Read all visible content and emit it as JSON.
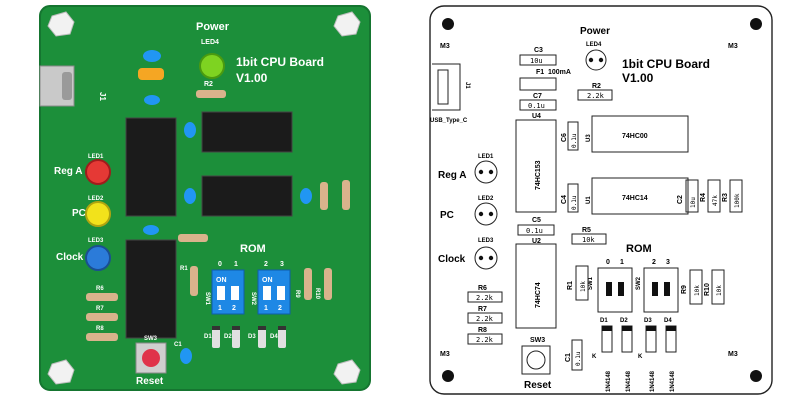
{
  "photo": {
    "title_line1": "1bit CPU Board",
    "title_line2": "V1.00",
    "power": "Power",
    "led4": "LED4",
    "reg_a": "Reg A",
    "pc": "PC",
    "clock": "Clock",
    "led1": "LED1",
    "led2": "LED2",
    "led3": "LED3",
    "rom": "ROM",
    "reset": "Reset",
    "r2": "R2",
    "r6": "R6",
    "r7": "R7",
    "r8": "R8",
    "r9": "R9",
    "r10": "R10",
    "r1": "R1",
    "c1": "C1",
    "sw1": "SW1",
    "sw2": "SW2",
    "sw3": "SW3",
    "j1": "J1",
    "d1": "D1",
    "d2": "D2",
    "d3": "D3",
    "d4": "D4",
    "dip_on": "ON",
    "dip_1": "1",
    "dip_2": "2",
    "rom_bits": [
      "0",
      "1",
      "2",
      "3"
    ]
  },
  "drawing": {
    "title_line1": "1bit CPU Board",
    "title_line2": "V1.00",
    "power": "Power",
    "led4": "LED4",
    "m3": "M3",
    "usb_label": "USB_Type_C",
    "j1": "J1",
    "c3": "C3",
    "c3_val": "10u",
    "f1": "F1",
    "f1_val": "100mA",
    "c7": "C7",
    "c7_val": "0.1u",
    "r2": "R2",
    "r2_val": "2.2k",
    "u4": "U4",
    "u4_part": "74HC153",
    "c6": "C6",
    "c6_val": "0.1u",
    "u3": "U3",
    "u3_part": "74HC00",
    "c4": "C4",
    "c4_val": "0.1u",
    "u1": "U1",
    "u1_part": "74HC14",
    "c2": "C2",
    "c2_val": "10u",
    "r4": "R4",
    "r4_val": "47k",
    "r3": "R3",
    "r3_val": "100k",
    "reg_a": "Reg A",
    "pc": "PC",
    "clock": "Clock",
    "led1": "LED1",
    "led2": "LED2",
    "led3": "LED3",
    "c5": "C5",
    "c5_val": "0.1u",
    "u2": "U2",
    "u2_part": "74HC74",
    "r5": "R5",
    "r5_val": "10k",
    "rom": "ROM",
    "rom_bits": [
      "0",
      "1",
      "2",
      "3"
    ],
    "r1": "R1",
    "r1_val": "10k",
    "sw1": "SW1",
    "sw2": "SW2",
    "r9": "R9",
    "r9_val": "10k",
    "r10": "R10",
    "r10_val": "10k",
    "r6": "R6",
    "r6_val": "2.2k",
    "r7": "R7",
    "r7_val": "2.2k",
    "r8": "R8",
    "r8_val": "2.2k",
    "sw3": "SW3",
    "reset": "Reset",
    "c1": "C1",
    "c1_val": "0.1u",
    "d1": "D1",
    "d2": "D2",
    "d3": "D3",
    "d4": "D4",
    "diode_part": "1N4148",
    "k": "K"
  },
  "colors": {
    "pcb_green": "#1c8f3a",
    "silk": "#ffffff",
    "led_red": "#e53935",
    "led_yellow": "#f2e21b",
    "led_blue": "#2b7bd9",
    "led_green": "#7ed321",
    "dip_blue": "#1e88e5",
    "ic_black": "#1b1b1b"
  }
}
